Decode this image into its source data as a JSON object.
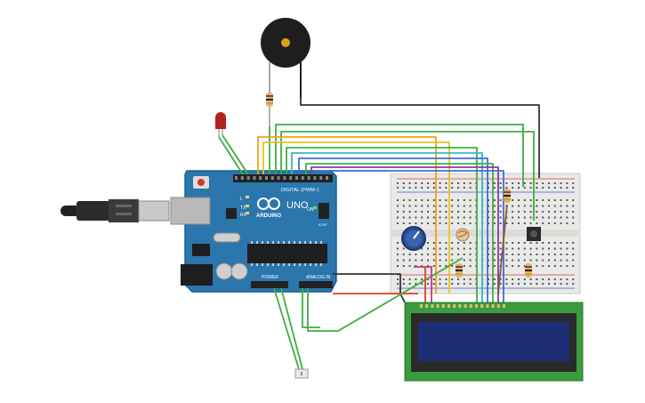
{
  "board": {
    "digital_label": "DIGITAL (PWM~)",
    "brand": "ARDUINO",
    "model": "UNO",
    "on_label": "ON",
    "tx_label": "TX",
    "rx_label": "RX",
    "l_label": "L",
    "power_label": "POWER",
    "analog_label": "ANALOG IN",
    "icsp_label": "ICSP"
  },
  "components": {
    "buzzer": "piezo-buzzer",
    "led": "red-led",
    "usb": "usb-cable",
    "breadboard": "breadboard",
    "potentiometer": "potentiometer",
    "photoresistor": "photoresistor",
    "pushbutton": "pushbutton",
    "lcd": "lcd-16x2",
    "sensor": "temperature-sensor"
  },
  "colors": {
    "board": "#2a76ad",
    "board_edge": "#1c5f8f",
    "breadboard": "#e9e9e7",
    "lcd_pcb": "#3a9c3f",
    "lcd_screen": "#1e2e74",
    "wire_green": "#3fae44",
    "wire_orange": "#f0a21c",
    "wire_yellow": "#e8c41a",
    "wire_red": "#e33a2b",
    "wire_black": "#333333",
    "wire_blue": "#3b6fd4",
    "wire_purple": "#8a3aa8",
    "wire_cyan": "#37b6c8",
    "wire_brown": "#8b5a2b",
    "wire_magenta": "#c0388a"
  }
}
